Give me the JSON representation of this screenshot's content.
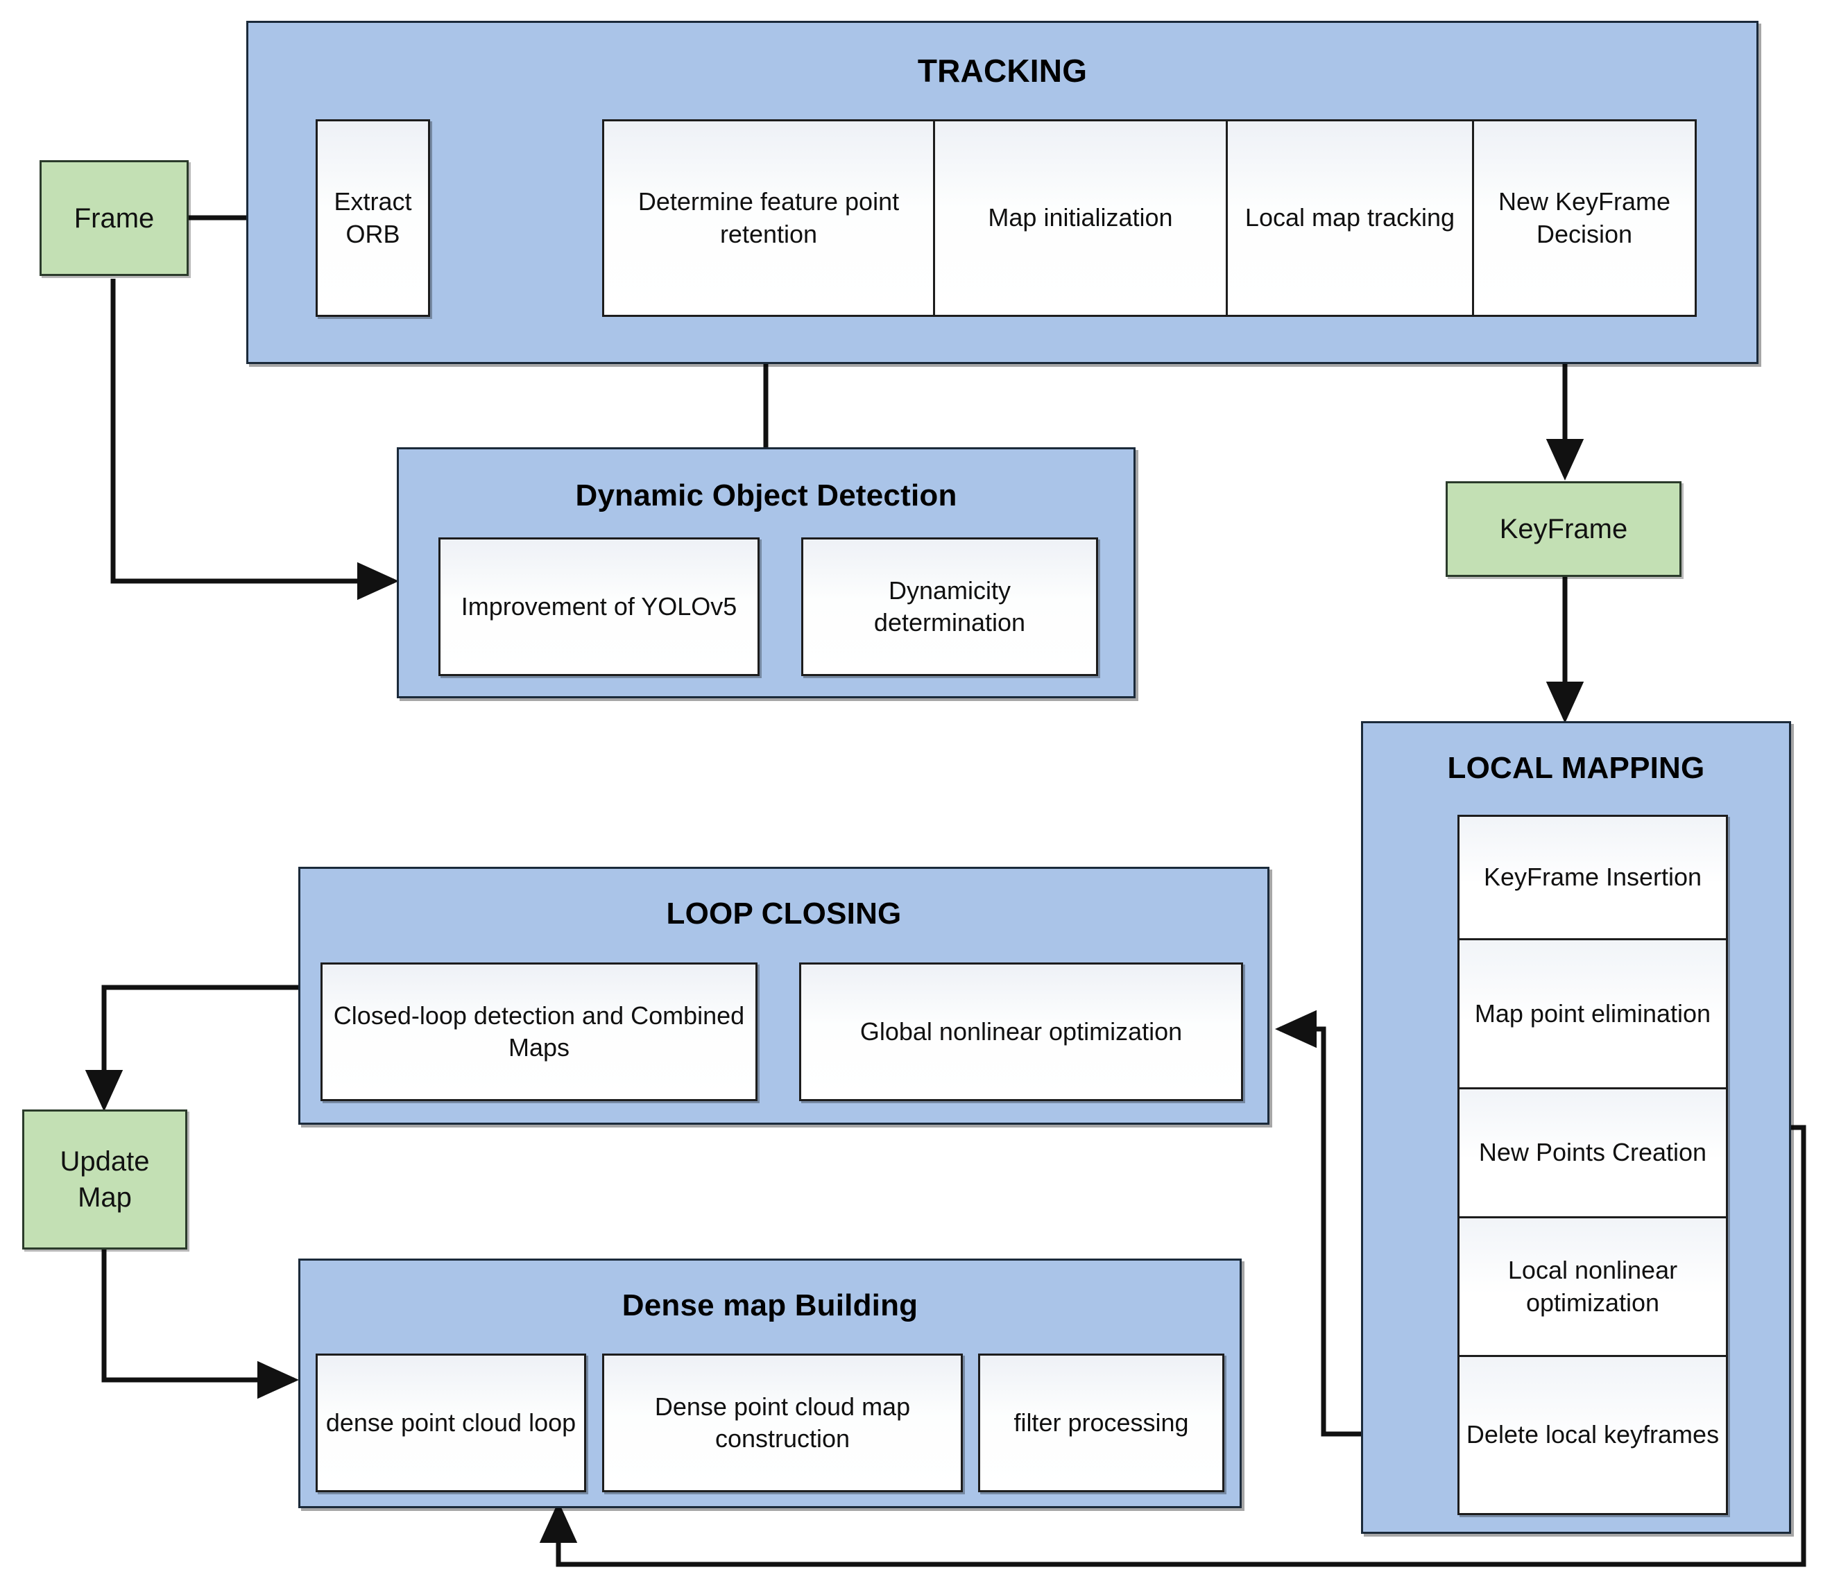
{
  "diagram": {
    "title_tracking": "TRACKING",
    "title_dynamic": "Dynamic Object Detection",
    "title_local_mapping": "LOCAL MAPPING",
    "title_loop_closing": "LOOP CLOSING",
    "title_dense_map": "Dense map Building"
  },
  "nodes": {
    "frame": "Frame",
    "keyframe": "KeyFrame",
    "update_map": "Update\nMap",
    "update_map_line1": "Update",
    "update_map_line2": "Map"
  },
  "tracking": {
    "extract_orb": "Extract ORB",
    "steps": [
      "Determine feature point retention",
      "Map initialization",
      "Local map tracking",
      "New KeyFrame Decision"
    ]
  },
  "dynamic_object_detection": {
    "items": [
      "Improvement of YOLOv5",
      "Dynamicity determination"
    ]
  },
  "local_mapping": {
    "items": [
      "KeyFrame Insertion",
      "Map point elimination",
      "New Points Creation",
      "Local nonlinear optimization",
      "Delete local keyframes"
    ]
  },
  "loop_closing": {
    "items": [
      "Closed-loop detection and Combined Maps",
      "Global nonlinear optimization"
    ]
  },
  "dense_map_building": {
    "items": [
      "dense point cloud loop",
      "Dense point cloud map construction",
      "filter processing"
    ]
  },
  "colors": {
    "panel_blue": "#aac4e8",
    "node_green": "#c3e0b4",
    "box_white": "#ffffff",
    "stroke": "#1d1d1d"
  }
}
